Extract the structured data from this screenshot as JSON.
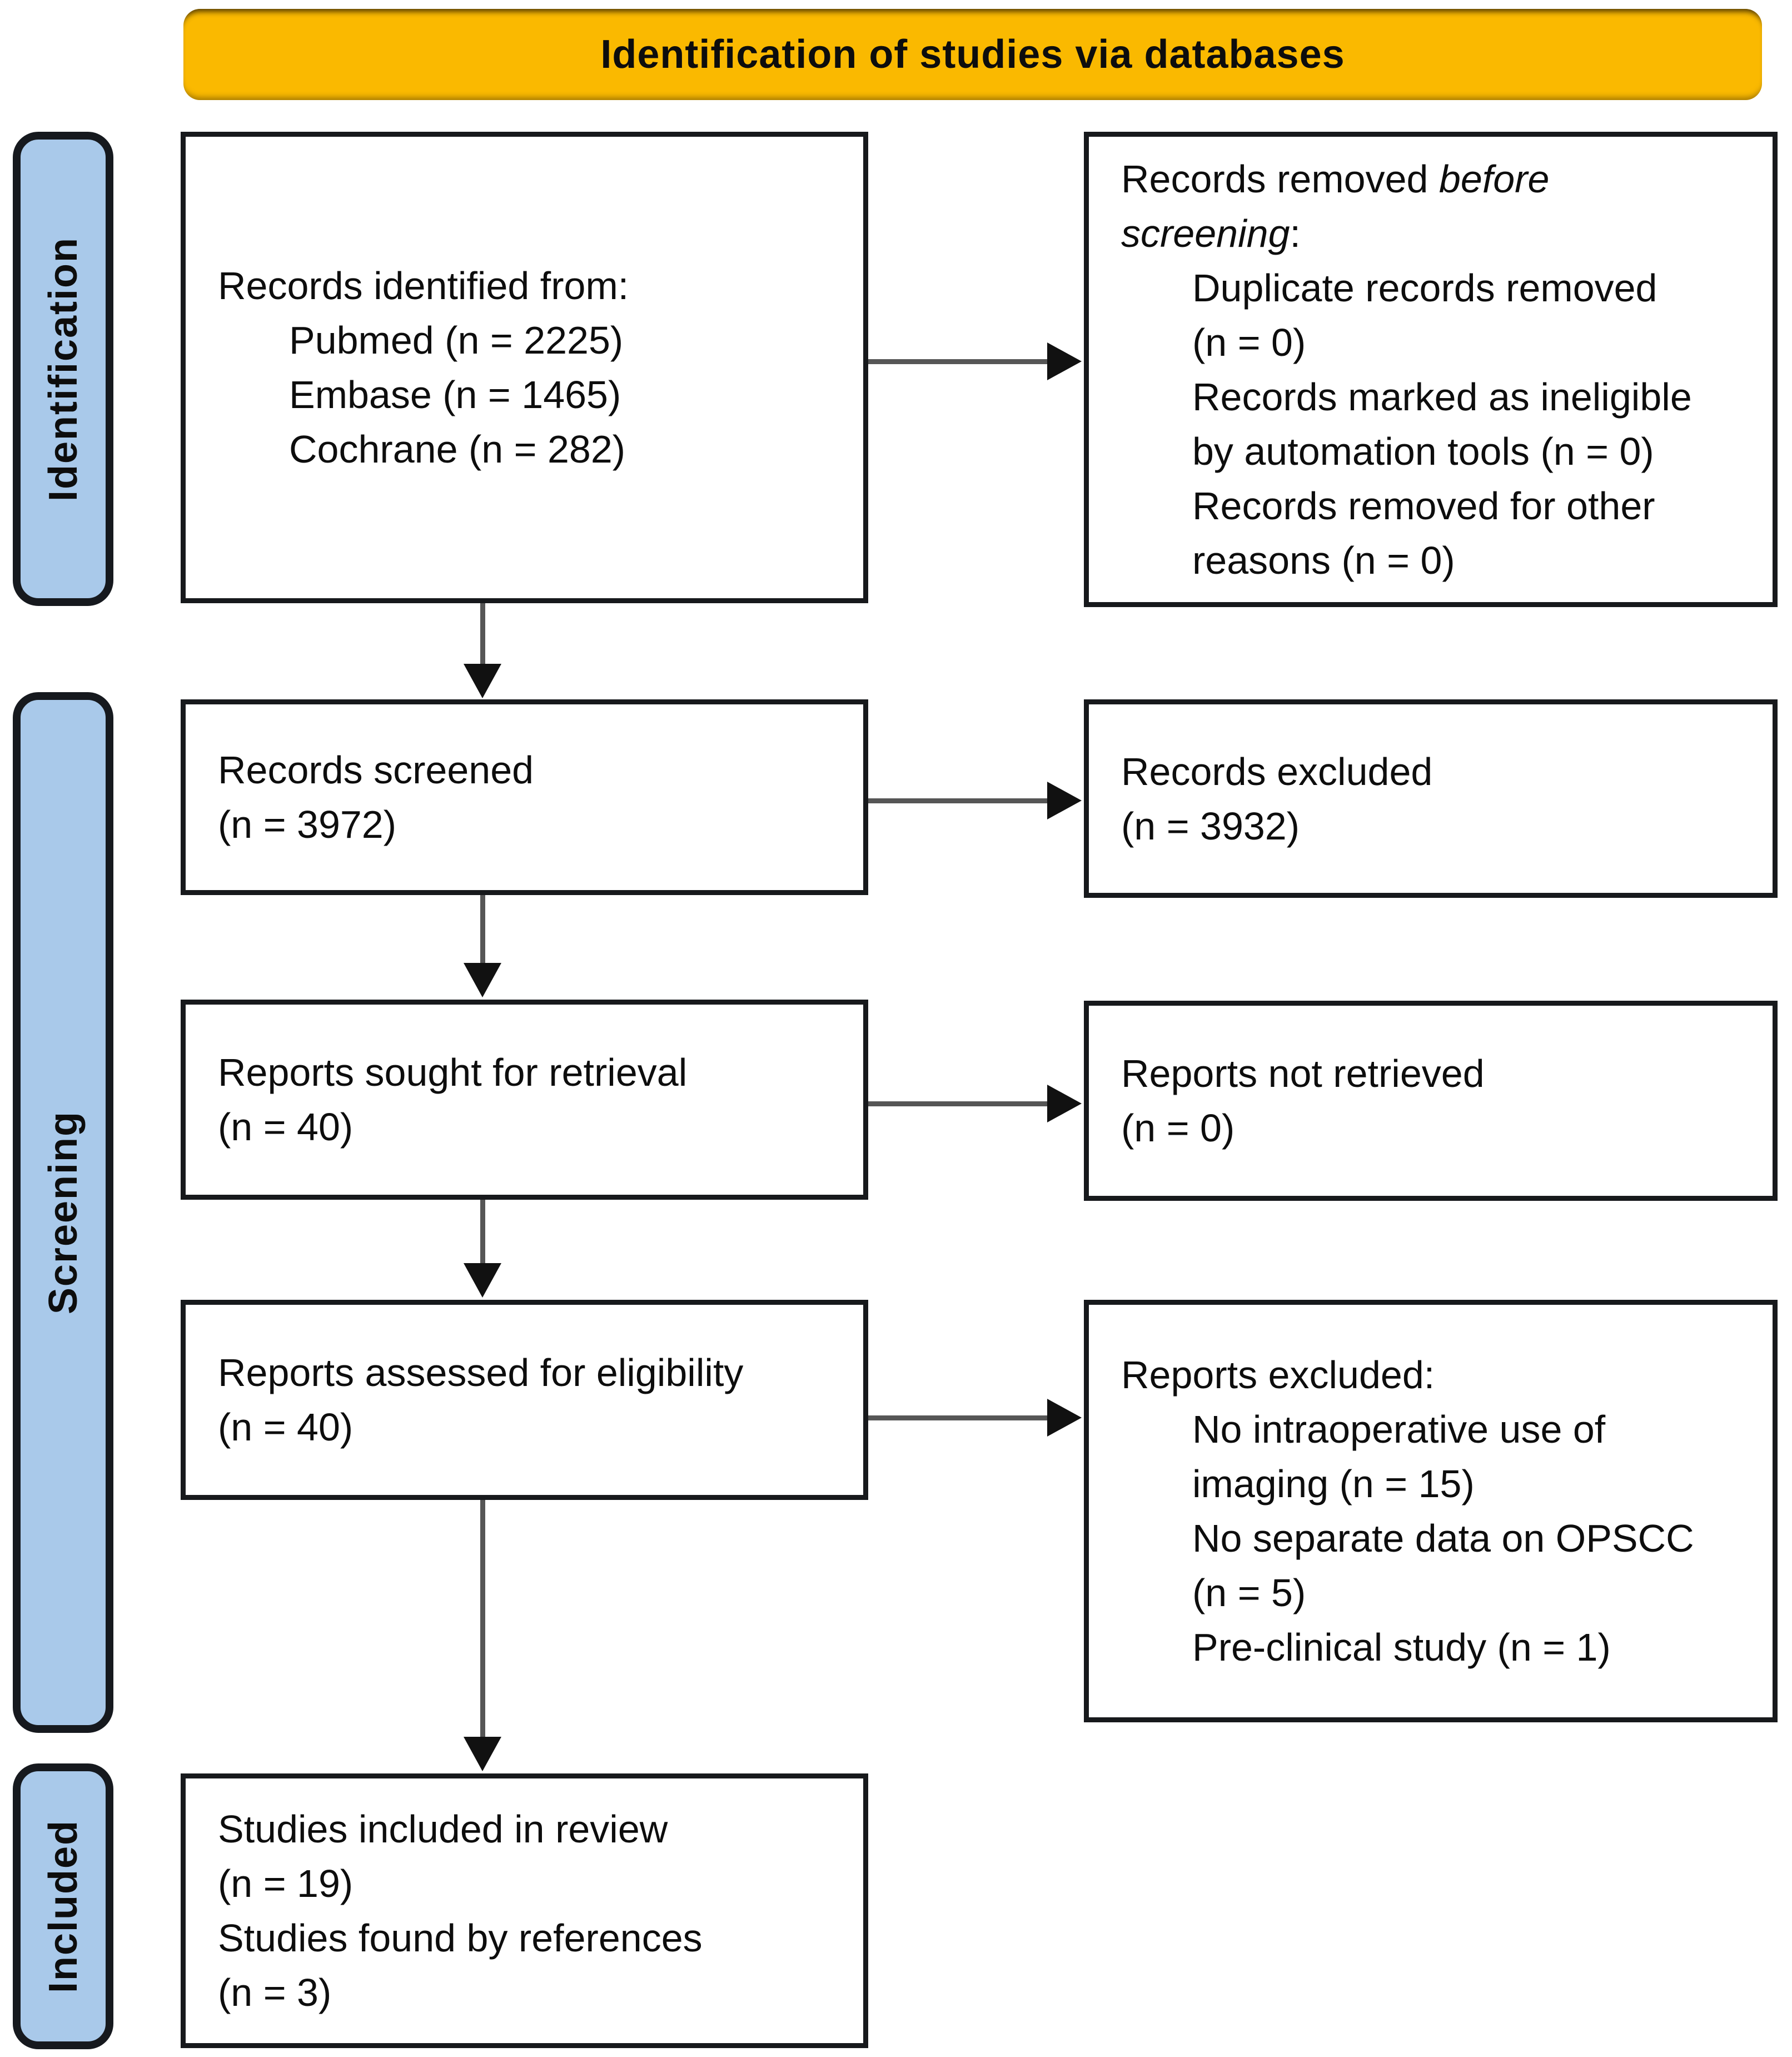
{
  "banner": {
    "label": "Identification of studies via databases"
  },
  "colors": {
    "banner_bg": "#FAB900",
    "stage_bg": "#A9C9EA",
    "arrow_line": "#565656",
    "arrow_head": "#111111",
    "box_border": "#17191c"
  },
  "stages": [
    {
      "label": "Identification"
    },
    {
      "label": "Screening"
    },
    {
      "label": "Included"
    }
  ],
  "boxes": {
    "records_identified": {
      "lines": [
        {
          "indent": false,
          "segments": [
            {
              "text": "Records identified from:",
              "italic": false
            }
          ]
        },
        {
          "indent": true,
          "segments": [
            {
              "text": "Pubmed (n = 2225)",
              "italic": false
            }
          ]
        },
        {
          "indent": true,
          "segments": [
            {
              "text": "Embase (n = 1465)",
              "italic": false
            }
          ]
        },
        {
          "indent": true,
          "segments": [
            {
              "text": "Cochrane (n = 282)",
              "italic": false
            }
          ]
        }
      ]
    },
    "records_removed": {
      "lines": [
        {
          "indent": false,
          "segments": [
            {
              "text": "Records removed ",
              "italic": false
            },
            {
              "text": "before",
              "italic": true
            }
          ]
        },
        {
          "indent": false,
          "segments": [
            {
              "text": "screening",
              "italic": true
            },
            {
              "text": ":",
              "italic": false
            }
          ]
        },
        {
          "indent": true,
          "segments": [
            {
              "text": "Duplicate records removed",
              "italic": false
            }
          ]
        },
        {
          "indent": true,
          "segments": [
            {
              "text": "(n = 0)",
              "italic": false
            }
          ]
        },
        {
          "indent": true,
          "segments": [
            {
              "text": "Records marked as ineligible",
              "italic": false
            }
          ]
        },
        {
          "indent": true,
          "segments": [
            {
              "text": "by automation tools (n = 0)",
              "italic": false
            }
          ]
        },
        {
          "indent": true,
          "segments": [
            {
              "text": "Records removed for other",
              "italic": false
            }
          ]
        },
        {
          "indent": true,
          "segments": [
            {
              "text": "reasons (n = 0)",
              "italic": false
            }
          ]
        }
      ]
    },
    "records_screened": {
      "lines": [
        {
          "indent": false,
          "segments": [
            {
              "text": "Records screened",
              "italic": false
            }
          ]
        },
        {
          "indent": false,
          "segments": [
            {
              "text": "(n = 3972)",
              "italic": false
            }
          ]
        }
      ]
    },
    "records_excluded": {
      "lines": [
        {
          "indent": false,
          "segments": [
            {
              "text": "Records excluded",
              "italic": false
            }
          ]
        },
        {
          "indent": false,
          "segments": [
            {
              "text": "(n = 3932)",
              "italic": false
            }
          ]
        }
      ]
    },
    "reports_sought": {
      "lines": [
        {
          "indent": false,
          "segments": [
            {
              "text": "Reports sought for retrieval",
              "italic": false
            }
          ]
        },
        {
          "indent": false,
          "segments": [
            {
              "text": "(n = 40)",
              "italic": false
            }
          ]
        }
      ]
    },
    "reports_not_retrieved": {
      "lines": [
        {
          "indent": false,
          "segments": [
            {
              "text": "Reports not retrieved",
              "italic": false
            }
          ]
        },
        {
          "indent": false,
          "segments": [
            {
              "text": "(n = 0)",
              "italic": false
            }
          ]
        }
      ]
    },
    "reports_assessed": {
      "lines": [
        {
          "indent": false,
          "segments": [
            {
              "text": "Reports assessed for eligibility",
              "italic": false
            }
          ]
        },
        {
          "indent": false,
          "segments": [
            {
              "text": "(n = 40)",
              "italic": false
            }
          ]
        }
      ]
    },
    "reports_excluded": {
      "lines": [
        {
          "indent": false,
          "segments": [
            {
              "text": "Reports excluded:",
              "italic": false
            }
          ]
        },
        {
          "indent": true,
          "segments": [
            {
              "text": "No intraoperative use of",
              "italic": false
            }
          ]
        },
        {
          "indent": true,
          "segments": [
            {
              "text": "imaging (n = 15)",
              "italic": false
            }
          ]
        },
        {
          "indent": true,
          "segments": [
            {
              "text": "No separate data on OPSCC",
              "italic": false
            }
          ]
        },
        {
          "indent": true,
          "segments": [
            {
              "text": "(n = 5)",
              "italic": false
            }
          ]
        },
        {
          "indent": true,
          "segments": [
            {
              "text": "Pre-clinical study (n = 1)",
              "italic": false
            }
          ]
        }
      ]
    },
    "studies_included": {
      "lines": [
        {
          "indent": false,
          "segments": [
            {
              "text": "Studies included in review",
              "italic": false
            }
          ]
        },
        {
          "indent": false,
          "segments": [
            {
              "text": "(n = 19)",
              "italic": false
            }
          ]
        },
        {
          "indent": false,
          "segments": [
            {
              "text": "Studies found by references",
              "italic": false
            }
          ]
        },
        {
          "indent": false,
          "segments": [
            {
              "text": "(n = 3)",
              "italic": false
            }
          ]
        }
      ]
    }
  }
}
